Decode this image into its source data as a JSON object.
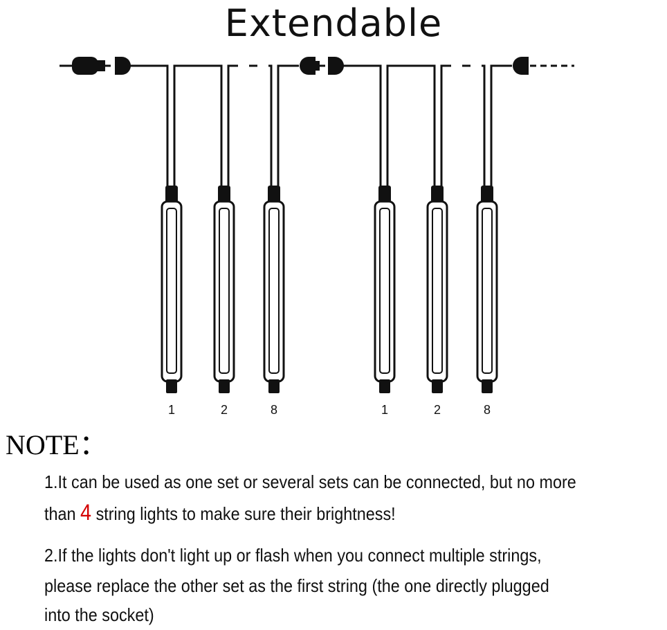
{
  "title": "Extendable",
  "labels": {
    "set1": [
      "1",
      "2",
      "8"
    ],
    "set2": [
      "1",
      "2",
      "8"
    ]
  },
  "note": {
    "heading": "NOTE：",
    "item1_line1": "1.It can be used as one set or several sets can be connected, but no more",
    "item1_line2_pre": "than ",
    "item1_highlight": "4",
    "item1_line2_post": " string lights to make sure their brightness!",
    "item2_line1": "2.If the lights don't light up or flash when you connect multiple strings,",
    "item2_line2": " please replace the other set as the first string (the one directly plugged",
    "item2_line3": " into the socket)"
  },
  "colors": {
    "highlight": "#d40000",
    "ink": "#111111"
  }
}
